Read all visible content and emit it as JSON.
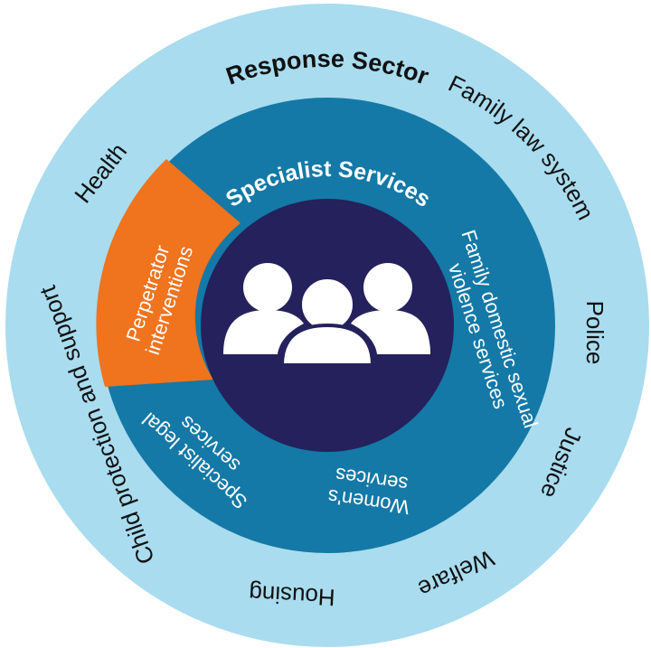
{
  "outer_ring": {
    "title": "Response Sector",
    "items": [
      "Family law system",
      "Police",
      "Justice",
      "Welfare",
      "Housing",
      "Child protection and support",
      "Health"
    ]
  },
  "middle_ring": {
    "title": "Specialist Services",
    "highlighted": {
      "line1": "Perpetrator",
      "line2": "interventions"
    },
    "family_violence": {
      "line1": "Family domestic sexual",
      "line2": "violence services"
    },
    "womens": {
      "line1": "Women's",
      "line2": "services"
    },
    "legal": {
      "line1": "Specialist legal",
      "line2": "services"
    }
  },
  "center": {
    "icon": "people-group-icon"
  },
  "colors": {
    "outer_ring": "#a9dcef",
    "middle_ring": "#1479a6",
    "center": "#24215c",
    "highlight": "#f0731e",
    "text_dark": "#111111",
    "text_light": "#ffffff"
  }
}
